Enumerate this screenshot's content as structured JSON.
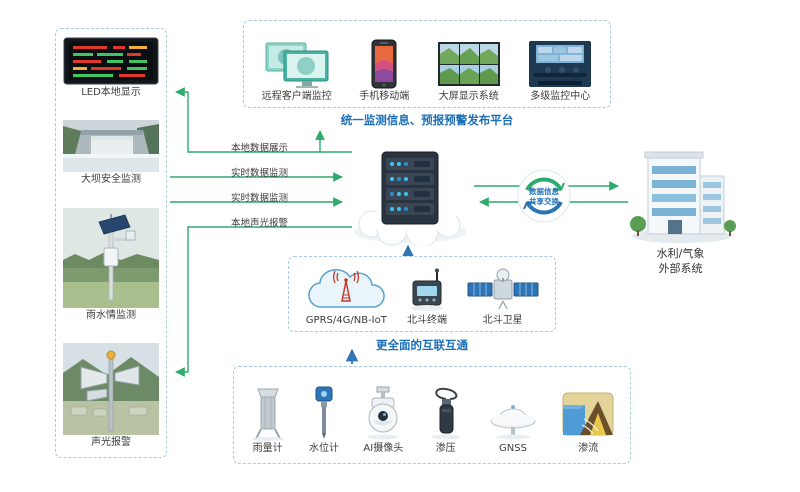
{
  "diagram": {
    "left_panel": {
      "items": [
        {
          "label": "LED本地显示",
          "icon": "led-display-icon"
        },
        {
          "label": "大坝安全监测",
          "icon": "dam-photo-icon"
        },
        {
          "label": "雨水情监测",
          "icon": "monitoring-station-icon"
        },
        {
          "label": "声光报警",
          "icon": "alarm-station-icon"
        }
      ]
    },
    "platform_panel": {
      "title": "统一监测信息、预报预警发布平台",
      "items": [
        {
          "label": "远程客户端监控",
          "icon": "desktop-monitors-icon"
        },
        {
          "label": "手机移动端",
          "icon": "smartphone-icon"
        },
        {
          "label": "大屏显示系统",
          "icon": "video-wall-icon"
        },
        {
          "label": "多级监控中心",
          "icon": "control-room-icon"
        }
      ]
    },
    "flows": [
      {
        "label": "本地数据展示"
      },
      {
        "label": "实时数据监测"
      },
      {
        "label": "实时数据监测"
      },
      {
        "label": "本地声光报警"
      }
    ],
    "exchange": {
      "line1": "数据信息",
      "line2": "共享交换"
    },
    "external_system": {
      "line1": "水利/气象",
      "line2": "外部系统"
    },
    "comm_panel": {
      "title": "更全面的互联互通",
      "items": [
        {
          "label": "GPRS/4G/NB-IoT",
          "icon": "gprs-cloud-icon"
        },
        {
          "label": "北斗终端",
          "icon": "beidou-terminal-icon"
        },
        {
          "label": "北斗卫星",
          "icon": "beidou-satellite-icon"
        }
      ]
    },
    "sensor_panel": {
      "items": [
        {
          "label": "雨量计",
          "icon": "rain-gauge-icon"
        },
        {
          "label": "水位计",
          "icon": "water-level-icon"
        },
        {
          "label": "AI摄像头",
          "icon": "ai-camera-icon"
        },
        {
          "label": "渗压",
          "icon": "seepage-pressure-icon"
        },
        {
          "label": "GNSS",
          "icon": "gnss-antenna-icon"
        },
        {
          "label": "渗流",
          "icon": "seepage-flow-icon"
        }
      ]
    },
    "colors": {
      "green_arrow": "#2faa6e",
      "blue_arrow": "#2e75b6",
      "panel_border": "#a9c9dc",
      "title_blue": "#1d6fb8"
    }
  }
}
